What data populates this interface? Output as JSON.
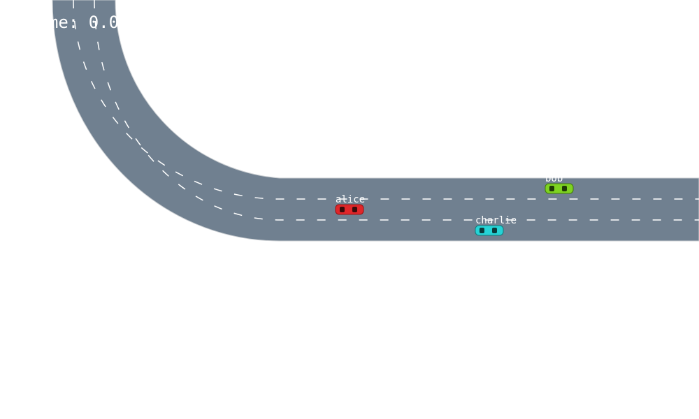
{
  "hud": {
    "time_text": "Time: 0.0"
  },
  "colors": {
    "background": "#ffffff",
    "road": "#708090",
    "road_edge": "#c8ccd0",
    "lane_marking": "#ffffff"
  },
  "cars": [
    {
      "name": "alice",
      "color": "#e0262a",
      "icon": "car-icon"
    },
    {
      "name": "bob",
      "color": "#7ed321",
      "icon": "car-icon"
    },
    {
      "name": "charlie",
      "color": "#26d3d6",
      "icon": "car-icon"
    }
  ]
}
